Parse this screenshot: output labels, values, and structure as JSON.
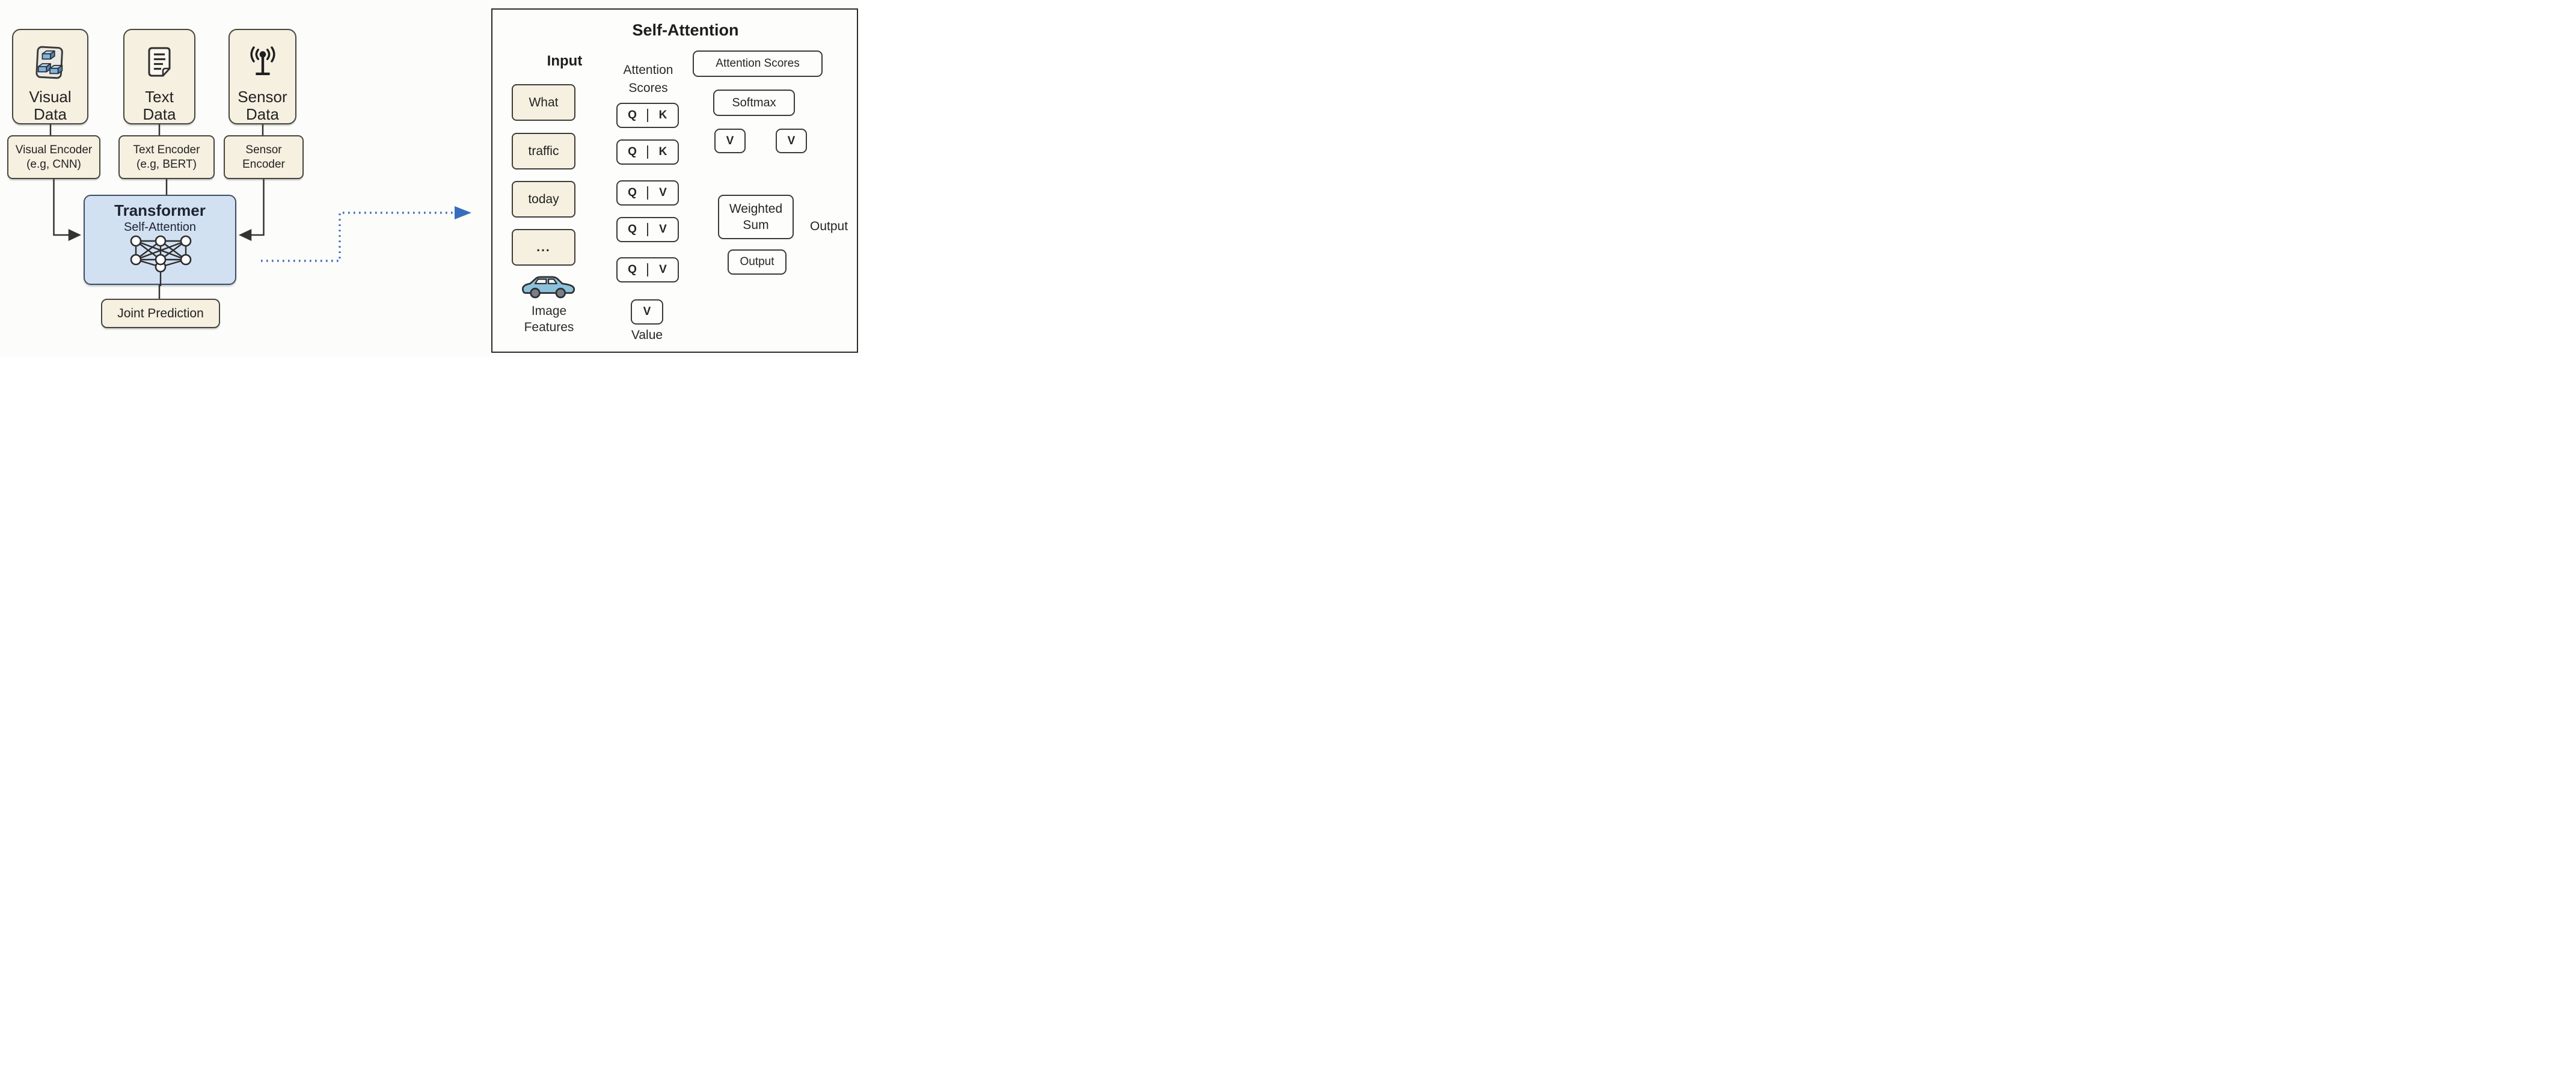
{
  "left_diagram": {
    "modalities": [
      {
        "icon": "image-stack-icon",
        "line1": "Visual",
        "line2": "Data"
      },
      {
        "icon": "document-icon",
        "line1": "Text",
        "line2": "Data"
      },
      {
        "icon": "antenna-icon",
        "line1": "Sensor",
        "line2": "Data"
      }
    ],
    "encoders": [
      {
        "line1": "Visual Encoder",
        "line2": "(e.g, CNN)"
      },
      {
        "line1": "Text Encoder",
        "line2": "(e.g, BERT)"
      },
      {
        "line1": "Sensor",
        "line2": "Encoder"
      }
    ],
    "transformer": {
      "title": "Transformer",
      "subtitle": "Self-Attention"
    },
    "joint_prediction_label": "Joint Prediction"
  },
  "right_panel": {
    "title": "Self-Attention",
    "input_label": "Input",
    "attention_scores_heading": {
      "line1": "Attention",
      "line2": "Scores"
    },
    "tokens": [
      {
        "label": "What"
      },
      {
        "label": "traffic"
      },
      {
        "label": "today"
      },
      {
        "label": "..."
      }
    ],
    "image_features": {
      "line1": "Image",
      "line2": "Features",
      "icon": "car-icon"
    },
    "qkv_rows": [
      {
        "left": "Q",
        "right": "K"
      },
      {
        "left": "Q",
        "right": "K"
      },
      {
        "left": "Q",
        "right": "V"
      },
      {
        "left": "Q",
        "right": "V"
      },
      {
        "left": "Q",
        "right": "V"
      }
    ],
    "value_box_label": "V",
    "value_caption": "Value",
    "attention_scores_box": "Attention Scores",
    "softmax_box": "Softmax",
    "v_left_box": "V",
    "v_right_box": "V",
    "weighted_sum_box": {
      "line1": "Weighted",
      "line2": "Sum"
    },
    "output_box": "Output",
    "output_text": "Output"
  },
  "colors": {
    "cream_fill": "#f6f0e1",
    "transformer_fill": "#d2e1f2",
    "line_dark": "#333333",
    "arrow_blue": "#3a6cbe",
    "car_blue": "#8cc1dc"
  }
}
